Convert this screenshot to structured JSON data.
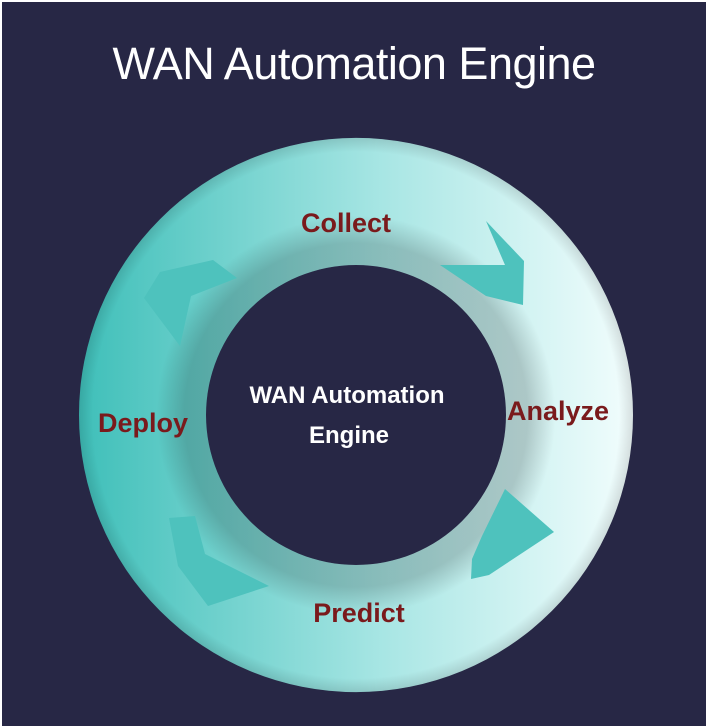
{
  "title": "WAN Automation Engine",
  "hub": {
    "line1": "WAN Automation",
    "line2": "Engine"
  },
  "stages": [
    {
      "id": "collect",
      "label": "Collect"
    },
    {
      "id": "analyze",
      "label": "Analyze"
    },
    {
      "id": "predict",
      "label": "Predict"
    },
    {
      "id": "deploy",
      "label": "Deploy"
    }
  ],
  "colors": {
    "background": "#272745",
    "ring_dark": "#3fbfb9",
    "ring_light": "#f2fdfd",
    "arrow": "#4ec2bd",
    "stage_text": "#7a1a1c",
    "hub_text": "#ffffff"
  }
}
